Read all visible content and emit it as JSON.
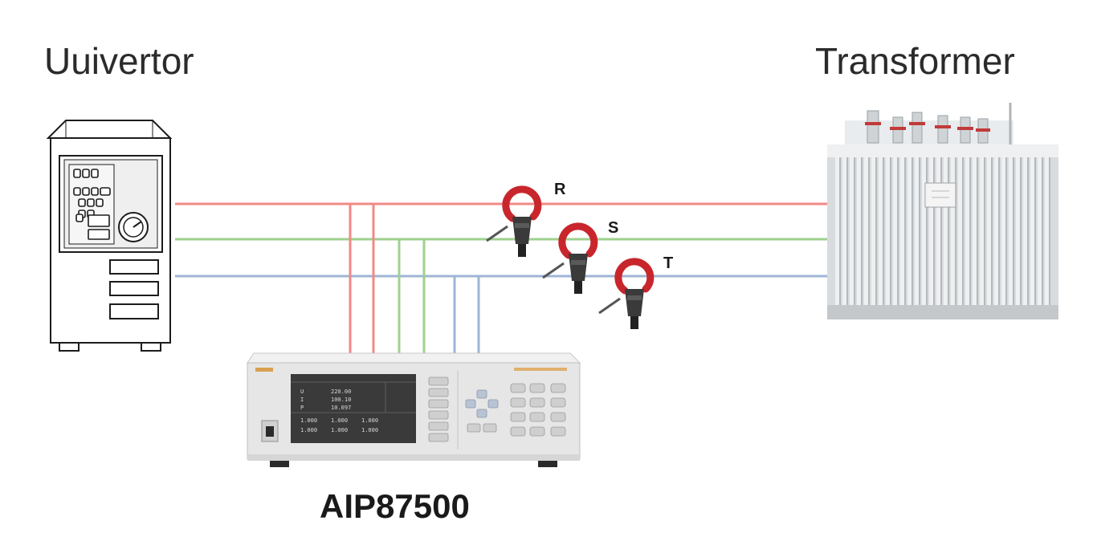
{
  "labels": {
    "inverter": "Uuivertor",
    "transformer": "Transformer",
    "analyzer_model": "AIP87500"
  },
  "phases": [
    {
      "name": "R",
      "color": "#f08a86"
    },
    {
      "name": "S",
      "color": "#9fd08f"
    },
    {
      "name": "T",
      "color": "#9fb5d6"
    }
  ],
  "icons": {
    "inverter": "inverter-cabinet-icon",
    "transformer": "oil-transformer-icon",
    "analyzer": "power-analyzer-icon",
    "clamp": "current-clamp-icon"
  },
  "colors": {
    "clamp_red": "#c8262c",
    "clamp_body": "#3a3a3a",
    "analyzer_body": "#e6e6e6",
    "analyzer_screen": "#3a3a3a",
    "transformer_metal": "#d9dcde"
  }
}
